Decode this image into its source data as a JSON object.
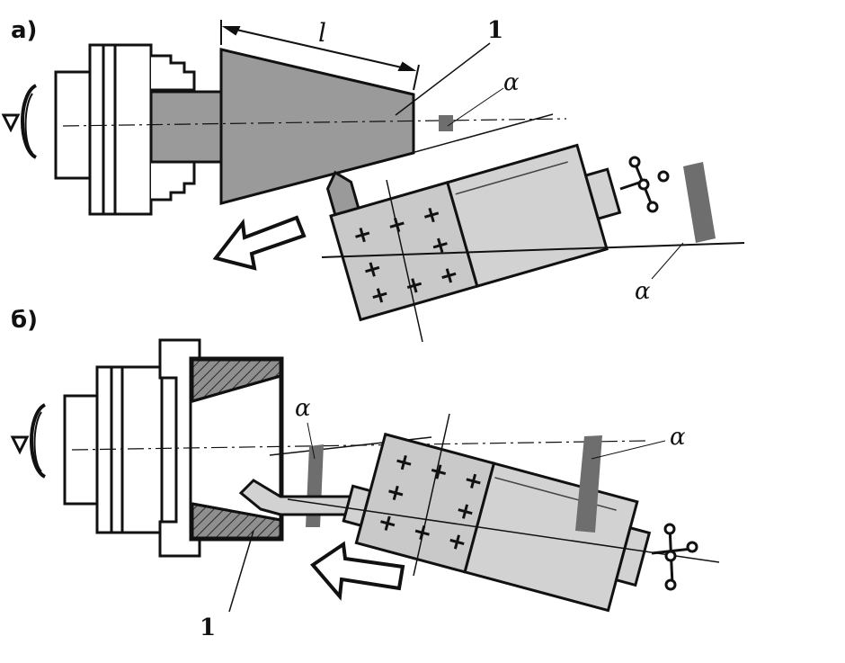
{
  "panels": {
    "a": {
      "label": "а)",
      "part_number": "1",
      "length_symbol": "l",
      "angle_symbol_top": "α",
      "angle_symbol_bottom": "α"
    },
    "b": {
      "label": "б)",
      "part_number": "1",
      "angle_symbol_left": "α",
      "angle_symbol_right": "α"
    }
  },
  "colors": {
    "ink": "#111111",
    "part_fill": "#9a9a9a",
    "toolpost_fill": "#c9c9c9",
    "scale_mark": "#6e6e6e"
  },
  "icons": [
    "rotation-arrow-icon",
    "feed-direction-arrow-icon",
    "handwheel-icon",
    "cutting-tool-icon"
  ]
}
